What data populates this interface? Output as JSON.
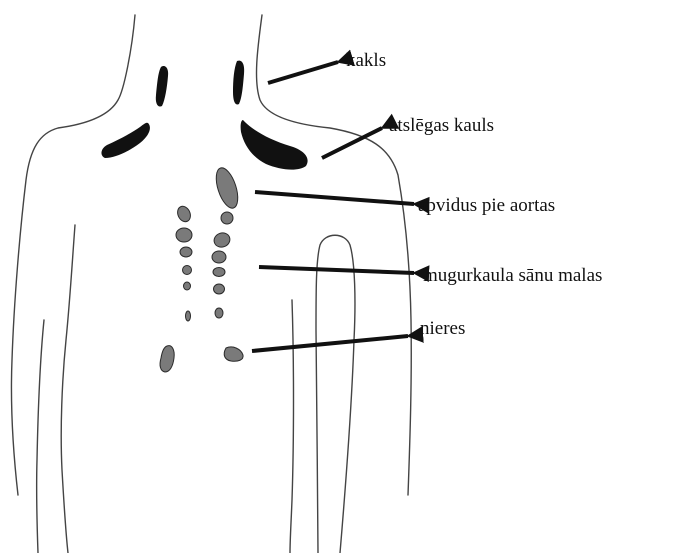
{
  "labels": {
    "neck": "kakls",
    "collarbone": "atslēgas kauls",
    "aorta_area": "apvidus pie aortas",
    "spine_edges": "mugurkaula sānu malas",
    "kidneys": "nieres"
  },
  "colors": {
    "outline": "#444444",
    "dark_mark": "#111111",
    "grey_mark": "#7a7a7a",
    "grey_mark_stroke": "#2a2a2a",
    "arrow": "#111111"
  }
}
